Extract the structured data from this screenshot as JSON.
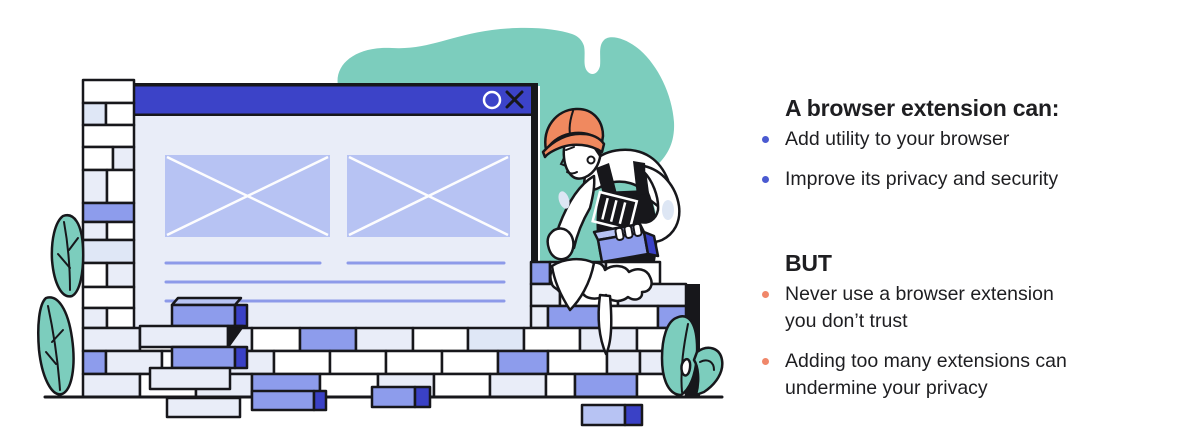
{
  "content": {
    "heading_can": "A browser extension can:",
    "can_items": [
      "Add utility to your browser",
      "Improve its privacy and security"
    ],
    "heading_but": "BUT",
    "but_items": [
      "Never use a browser extension you don’t trust",
      "Adding too many extensions can undermine your privacy"
    ]
  },
  "illustration": {
    "scene": "bricklayer building a wall around a browser window",
    "window_controls": [
      "circle-icon",
      "close-icon"
    ]
  },
  "colors": {
    "background": "#ffffff",
    "titlebar-blue": "#3c43c8",
    "brick-dark-blue": "#3a41c6",
    "periwinkle": "#8d9cec",
    "periwinkle-light": "#b7c3f3",
    "lavender": "#e9edf8",
    "lavender-2": "#dfe7f6",
    "line-blue": "#8d9ae9",
    "teal": "#7ccdbd",
    "orange": "#f0895f",
    "bullet-blue": "#4a5ad1",
    "bullet-orange": "#f0876a",
    "ink": "#17171b",
    "text": "#1e1e21"
  }
}
